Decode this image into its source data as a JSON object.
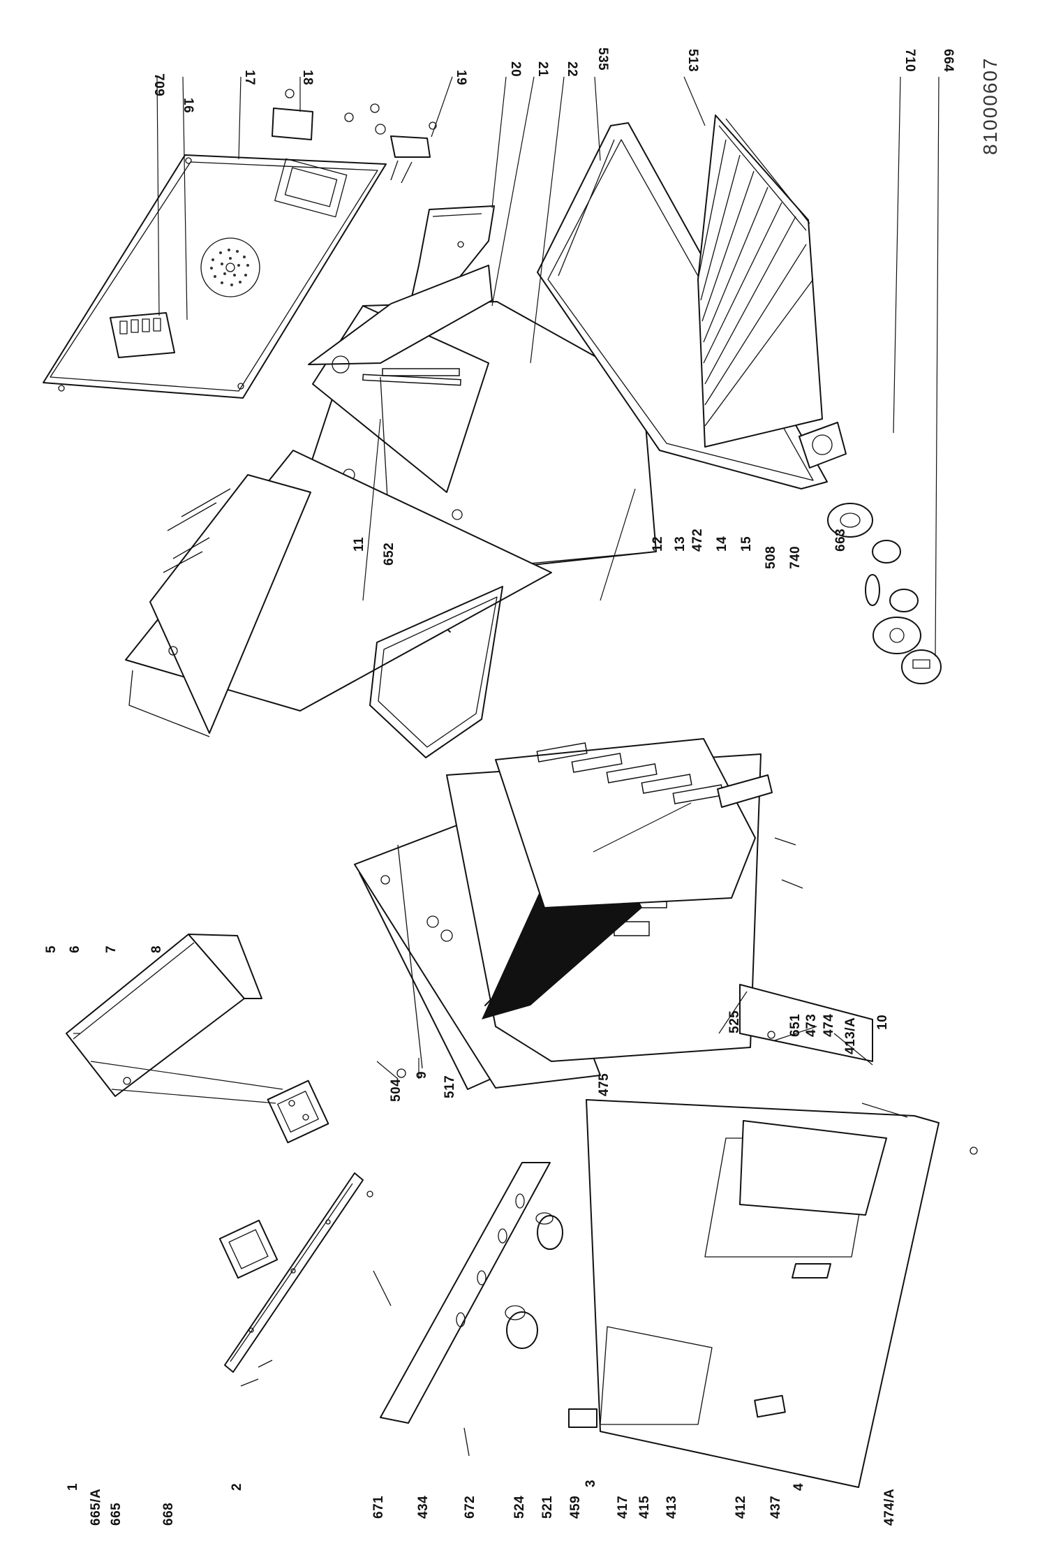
{
  "diagram": {
    "drawing_code": "81000607",
    "labels_left": [
      "665/A",
      "665",
      "668",
      "2",
      "671",
      "434",
      "672",
      "524",
      "521",
      "459",
      "3",
      "417",
      "415",
      "413",
      "412",
      "437",
      "4",
      "474/A"
    ],
    "labels_top": [
      "709",
      "16",
      "17",
      "18",
      "19",
      "20",
      "21",
      "22",
      "535",
      "513",
      "710",
      "664"
    ],
    "labels_middle": [
      "5",
      "6",
      "7",
      "8",
      "11",
      "652",
      "12",
      "13",
      "472",
      "14",
      "15",
      "508",
      "740",
      "663",
      "651",
      "473",
      "474",
      "413/A",
      "10",
      "525",
      "504",
      "9",
      "517",
      "475"
    ],
    "label_one": "1"
  }
}
